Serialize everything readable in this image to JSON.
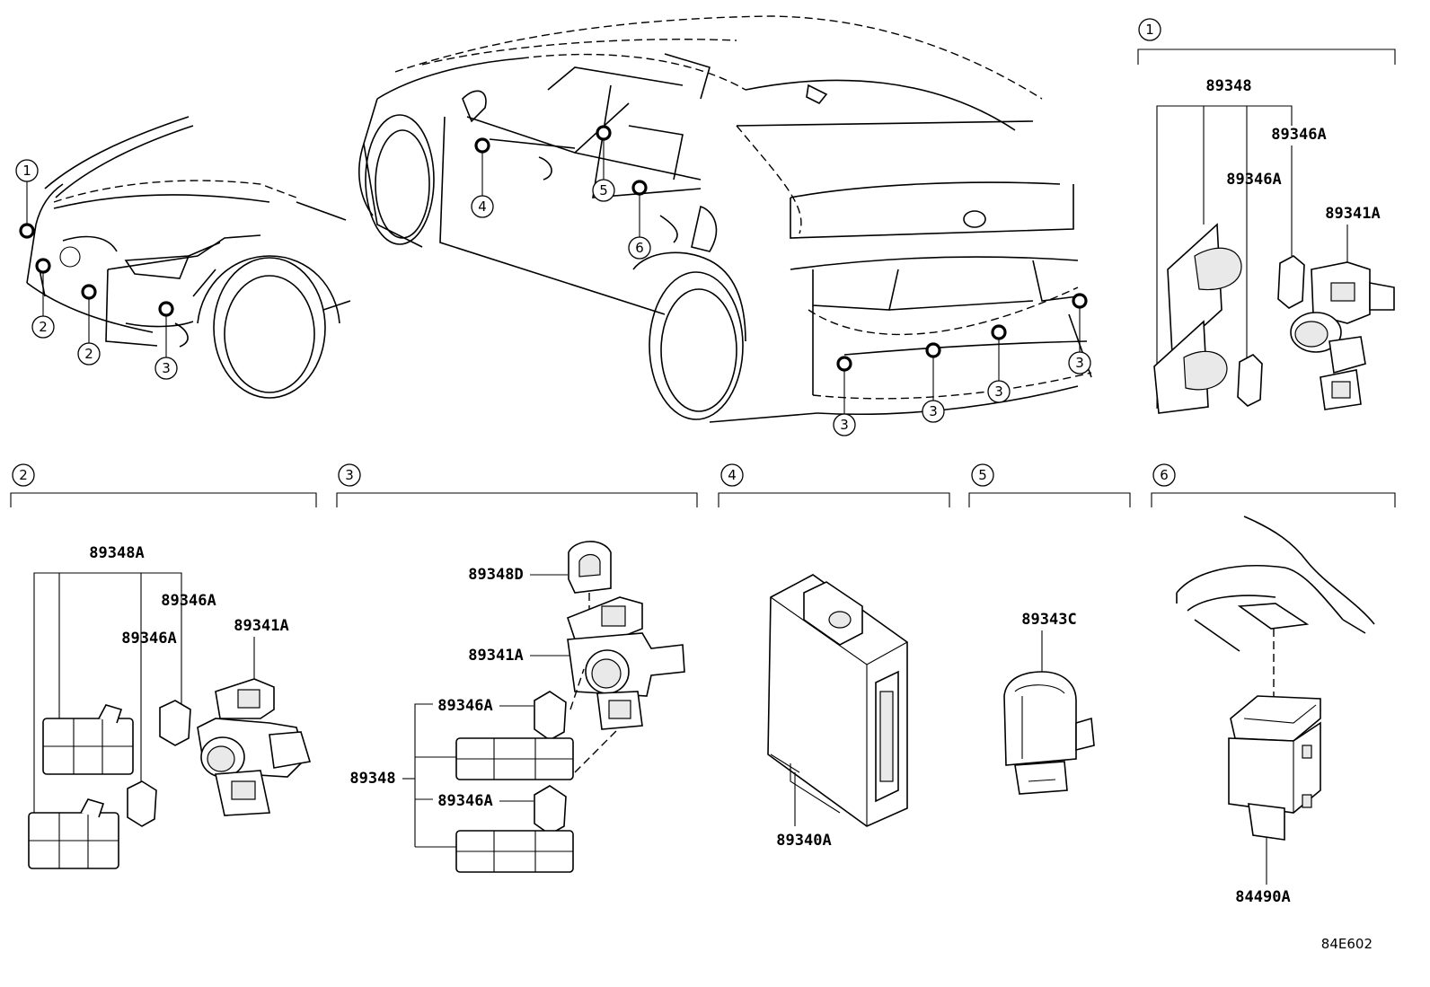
{
  "callouts": {
    "c1": "1",
    "c2": "2",
    "c3": "3",
    "c4": "4",
    "c5": "5",
    "c6": "6"
  },
  "parts": {
    "p89348": "89348",
    "p89348A": "89348A",
    "p89348D": "89348D",
    "p89346A": "89346A",
    "p89341A": "89341A",
    "p89340A": "89340A",
    "p89343C": "89343C",
    "p84490A": "84490A"
  },
  "diagram_code": "84E602"
}
